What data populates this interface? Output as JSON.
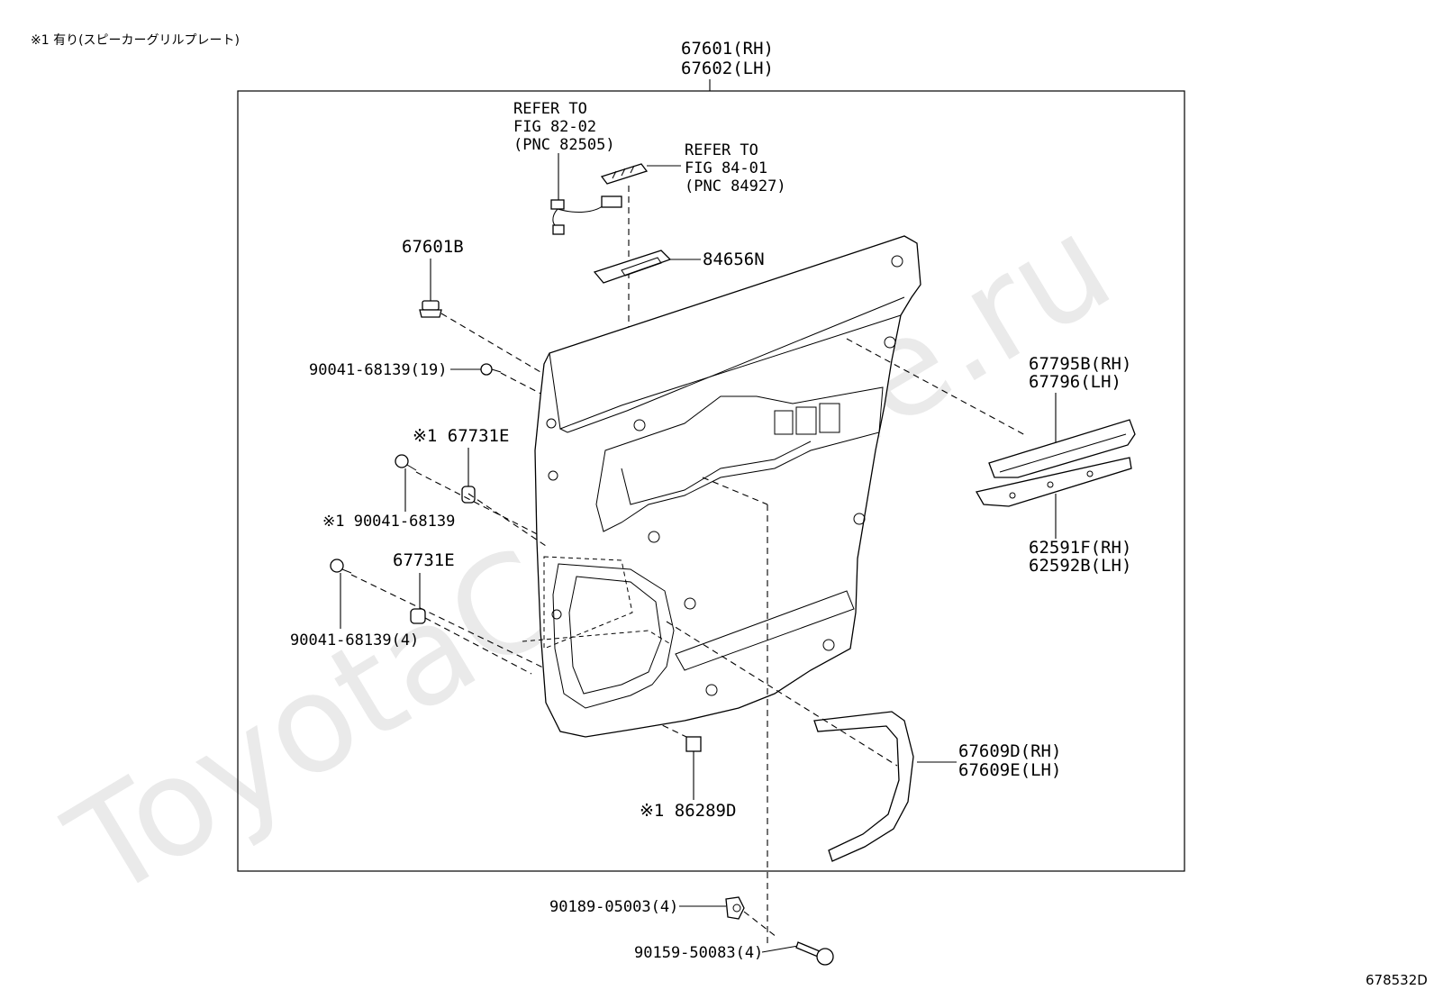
{
  "note_top_left": "※1 有り(スピーカーグリルプレート)",
  "watermark": "ToyotaCarMine.ru",
  "diagram_code": "678532D",
  "labels": {
    "main_rh": "67601(RH)",
    "main_lh": "67602(LH)",
    "refer1_l1": "REFER TO",
    "refer1_l2": "FIG 82-02",
    "refer1_l3": "(PNC 82505)",
    "refer2_l1": "REFER TO",
    "refer2_l2": "FIG 84-01",
    "refer2_l3": "(PNC 84927)",
    "p84656n": "84656N",
    "p67601b": "67601B",
    "p90041_19": "90041-68139(19)",
    "p67731e_star": "※1 67731E",
    "p90041_star": "※1 90041-68139",
    "p67731e": "67731E",
    "p90041_4": "90041-68139(4)",
    "p67795b": "67795B(RH)",
    "p67796": "67796(LH)",
    "p62591f": "62591F(RH)",
    "p62592b": "62592B(LH)",
    "p67609d": "67609D(RH)",
    "p67609e": "67609E(LH)",
    "p86289d": "※1 86289D",
    "p90189": "90189-05003(4)",
    "p90159": "90159-50083(4)"
  }
}
